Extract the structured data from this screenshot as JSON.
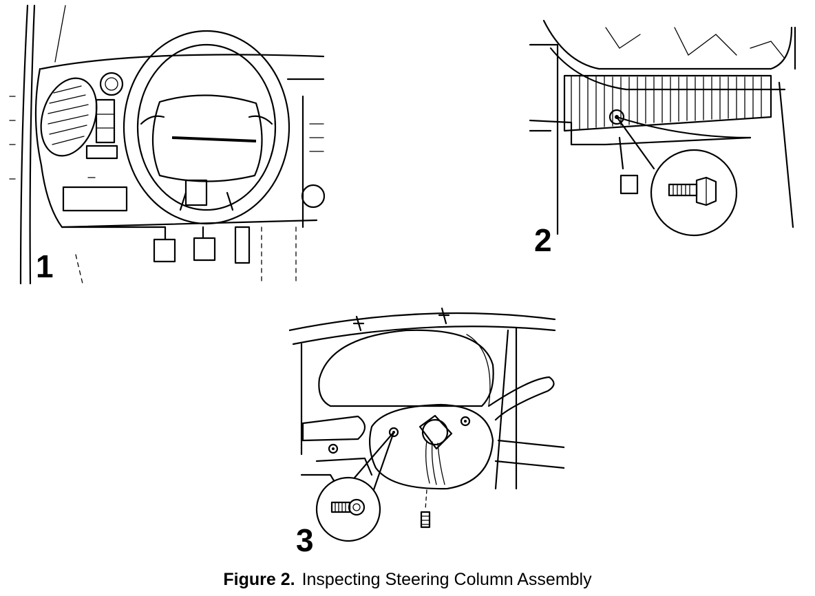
{
  "panels": [
    {
      "id": "panel-1",
      "label": "1"
    },
    {
      "id": "panel-2",
      "label": "2"
    },
    {
      "id": "panel-3",
      "label": "3"
    }
  ],
  "caption": {
    "figure_label": "Figure 2.",
    "title": "Inspecting Steering Column Assembly"
  },
  "colors": {
    "ink": "#000000",
    "paper": "#ffffff"
  }
}
